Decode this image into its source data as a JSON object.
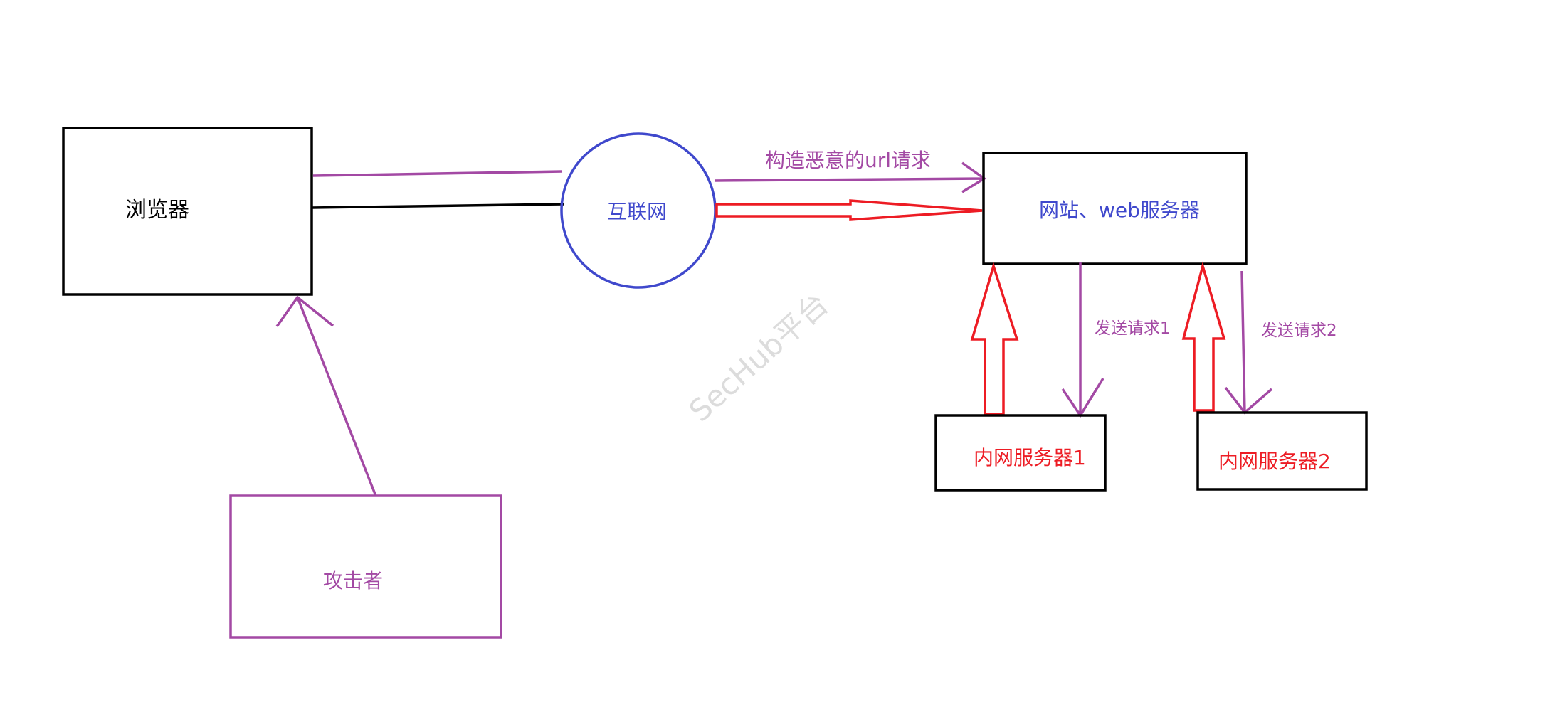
{
  "nodes": {
    "browser": {
      "label": "浏览器"
    },
    "internet": {
      "label": "互联网"
    },
    "web_server": {
      "label": "网站、web服务器"
    },
    "intranet_server_1": {
      "label": "内网服务器1"
    },
    "intranet_server_2": {
      "label": "内网服务器2"
    },
    "attacker": {
      "label": "攻击者"
    }
  },
  "edges": {
    "malicious_url": {
      "label": "构造恶意的url请求"
    },
    "send_request_1": {
      "label": "发送请求1"
    },
    "send_request_2": {
      "label": "发送请求2"
    }
  },
  "watermark": {
    "text": "SecHub平台"
  },
  "colors": {
    "black": "#000000",
    "purple": "#a349a4",
    "blue": "#3f48cc",
    "red": "#ed1c24",
    "watermark": "#dcdcdc"
  }
}
